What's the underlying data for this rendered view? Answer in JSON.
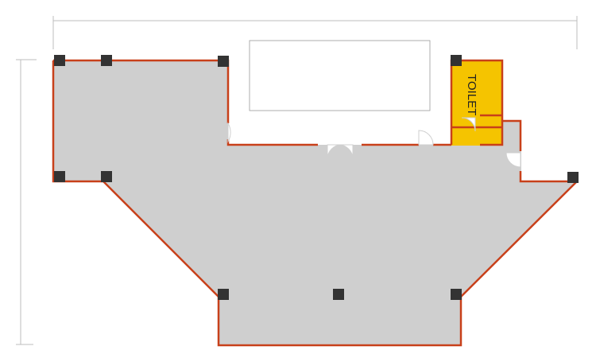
{
  "floor_plan": {
    "rooms": [
      {
        "id": "main-hall",
        "label": ""
      },
      {
        "id": "toilet",
        "label": "TOILET"
      }
    ],
    "colors": {
      "floor": "#cfcfcf",
      "wall": "#c8401a",
      "toilet": "#f5c400",
      "column": "#333333",
      "dimension_line": "#bdbdbd",
      "outline": "#999999"
    }
  }
}
